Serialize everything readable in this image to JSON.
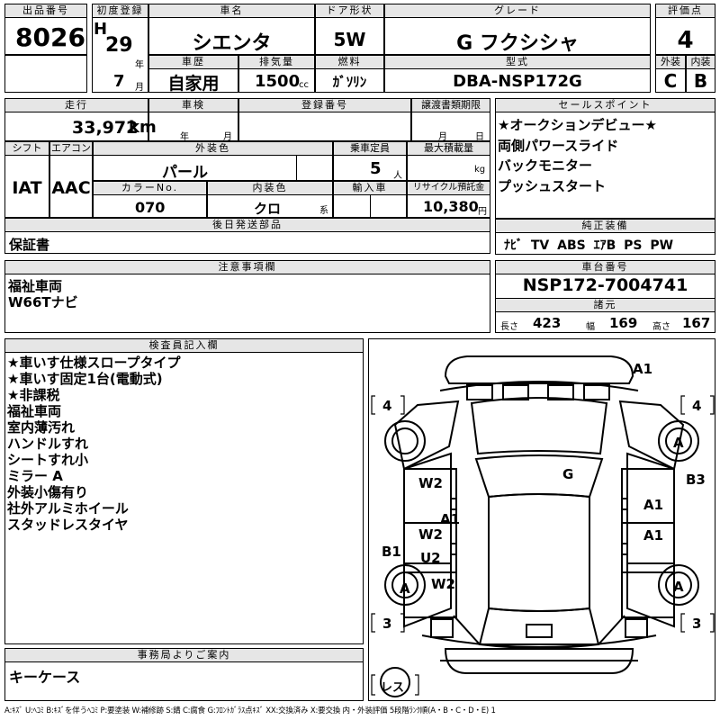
{
  "header": {
    "lot_label": "出品番号",
    "lot": "8026",
    "first_reg_label": "初度登録",
    "era": "H",
    "year": "29",
    "year_unit": "年",
    "month": "7",
    "month_unit": "月",
    "car_name_label": "車名",
    "car_name": "シエンタ",
    "door_label": "ドア形状",
    "door": "5W",
    "grade_label": "グレード",
    "grade": "G フクシシャ",
    "score_label": "評価点",
    "score": "4",
    "history_label": "車歴",
    "history": "自家用",
    "displacement_label": "排気量",
    "displacement": "1500",
    "displacement_unit": "cc",
    "fuel_label": "燃料",
    "fuel": "ｶﾞｿﾘﾝ",
    "model_label": "型式",
    "model": "DBA-NSP172G",
    "ext_label": "外装",
    "ext": "C",
    "int_label": "内装",
    "int": "B"
  },
  "row2": {
    "mileage_label": "走行",
    "mileage": "33,972",
    "mileage_unit": "km",
    "inspection_label": "車検",
    "year_unit": "年",
    "month_unit": "月",
    "reg_label": "登録番号",
    "transfer_label": "譲渡書類期限",
    "transfer_month": "月",
    "transfer_day": "日",
    "sales_label": "セールスポイント",
    "sales_points": [
      "★オークションデビュー★",
      "両側パワースライド",
      "バックモニター",
      "プッシュスタート"
    ],
    "shift_label": "シフト",
    "shift": "IAT",
    "ac_label": "エアコン",
    "ac": "AAC",
    "color_label": "外装色",
    "color": "パール",
    "capacity_label": "乗車定員",
    "capacity": "5",
    "capacity_unit": "人",
    "load_label": "最大積載量",
    "load_unit": "kg",
    "color_no_label": "カラーNo.",
    "color_no": "070",
    "interior_color_label": "内装色",
    "interior_color": "クロ",
    "interior_suffix": "系",
    "import_label": "輸入車",
    "recycle_label": "リサイクル預託金",
    "recycle": "10,380",
    "recycle_unit": "円",
    "equip_label": "純正装備",
    "equipment": "ﾅﾋﾞ TV ABS ｴｱB PS PW",
    "later_label": "後日発送部品",
    "later": "保証書"
  },
  "notes": {
    "caution_label": "注意事項欄",
    "caution": [
      "福祉車両",
      "W66Tナビ"
    ],
    "chassis_label": "車台番号",
    "chassis": "NSP172-7004741",
    "dims_label": "諸元",
    "length_label": "長さ",
    "length": "423",
    "width_label": "幅",
    "width": "169",
    "height_label": "高さ",
    "height": "167"
  },
  "inspector": {
    "label": "検査員記入欄",
    "lines": [
      "★車いす仕様スロープタイプ",
      "★車いす固定1台(電動式)",
      "★非課税",
      "福祉車両",
      "室内薄汚れ",
      "ハンドルすれ",
      "シートすれ小",
      "ミラー A",
      "外装小傷有り",
      "社外アルミホイール",
      "スタッドレスタイヤ"
    ]
  },
  "diagram": {
    "marks": {
      "a1_top": "A1",
      "g": "G",
      "w2_1": "W2",
      "a1_r1": "A1",
      "b3": "B3",
      "w2_2": "W2",
      "a1_c": "A1",
      "a1_r2": "A1",
      "b1": "B1",
      "u2": "U2",
      "w2_3": "W2",
      "a_fl": "A",
      "a_fr": "A",
      "a_rl": "A",
      "a_rr": "A"
    },
    "tread_fl": "4",
    "tread_fr": "4",
    "tread_rl": "3",
    "tread_rr": "3",
    "spare": "レス"
  },
  "office": {
    "label": "事務局よりご案内",
    "text": "キーケース"
  },
  "legend": "A:ｷｽﾞ U:ﾍｺﾐ B:ｷｽﾞを伴うﾍｺﾐ P:要塗装 W:補修跡 S:錆 C:腐食 G:ﾌﾛﾝﾄｶﾞﾗｽ点ｷｽﾞ XX:交換済み X:要交換 内・外装評価 5段階ﾗﾝｸ順(A・B・C・D・E) 1"
}
